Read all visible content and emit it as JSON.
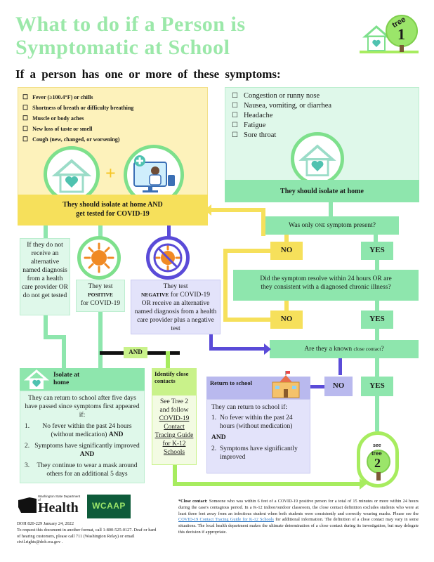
{
  "title": {
    "line1": "What  to  do  if  a Person   is",
    "line2": "Symptomatic       at  School"
  },
  "subhead": "If a person  has one or more of these  symptoms:",
  "badges": {
    "tree_label": "tree",
    "tree1_num": "1",
    "see": "see",
    "tree2_label": "tree",
    "tree2_num": "2"
  },
  "symptoms_left": [
    "Fever (≥100.4°F) or chills",
    "Shortness of breath or difficulty breathing",
    "Muscle or body aches",
    "New loss of taste or smell",
    "Cough (new, changed, or worsening)"
  ],
  "symptoms_right": [
    "Congestion   or runny nose",
    "Nausea,   vomiting,  or  diarrhea",
    "Headache",
    "Fatigue",
    "Sore  throat"
  ],
  "plus_sign": "+",
  "isolate_and_test": {
    "line1": "They     should       isolate        at  home     AND",
    "line2": "get    tested          for     COVID-19"
  },
  "isolate_home": "They     should       isolate         at  home",
  "question_one_symptom": {
    "lead": "Was only ",
    "emph": "ONE",
    "tail": "         symptom present?"
  },
  "no_label": "NO",
  "yes_label": "YES",
  "question_resolve": {
    "line1": "Did the symptom resolve within 24 hours OR  are",
    "line2": "they consistent  with a diagnosed   chronic illness?"
  },
  "question_close_contact": {
    "lead": "Are they a known ",
    "emph": "close contact",
    "tail": "?"
  },
  "no_diagnosis": "If they do not receive an alternative named diagnosis from a health care provider OR do not get tested",
  "positive": {
    "line1": "They test",
    "line2": "POSITIVE",
    "line3": "for COVID-19"
  },
  "negative": {
    "line1": "They test",
    "line2": "NEGATIVE",
    "line3": "for COVID-19",
    "line4": "OR receive an alternative named diagnosis from a health care provider plus a negative test"
  },
  "and_label": "AND",
  "isolate_home_box": {
    "header": "Isolate at home",
    "intro": "They can return to school after five days have passed since symptoms first appeared if:",
    "items": [
      {
        "num": "1.",
        "text": "No fever within the past 24 hours (without medication) ",
        "tail": "AND"
      },
      {
        "num": "2.",
        "text": "Symptoms have significantly improved ",
        "tail": "AND"
      },
      {
        "num": "3.",
        "text": "They continue to wear a mask around others for an additional 5 days",
        "tail": ""
      }
    ]
  },
  "identify_contacts": {
    "header": "Identify close contacts",
    "body_lead": "See Tree 2 and follow ",
    "link": "COVID-19 Contact Tracing Guide for K-12 Schools"
  },
  "return_school": {
    "header": "Return to school",
    "intro": "They can return to school if:",
    "item1": "No fever within the past 24 hours (without medication)",
    "and": "AND",
    "item2": "Symptoms have significantly improved"
  },
  "footer": {
    "org_small": "Washington State Department of",
    "org_big": "Health",
    "partner_logo": "WCAAP",
    "doc_info": "DOH 820-229 January 24, 2022",
    "accessibility": "To request this document in another format, call 1-800-525-0127. Deaf or hard of hearing customers, please call 711 (Washington Relay) or email civil.rights@doh.wa.gov .",
    "note_label": "*Close contact:",
    "note": "Someone who was within 6 feet of a COVID-19 positive person for a total of 15 minutes or more within 24 hours during the case's contagious period. In a K-12 indoor/outdoor classroom, the close contact definition excludes students who were at least three feet away from an infectious student when both students were consistently and correctly wearing masks. Please see the ",
    "note_link": "COVID-19 Contact Tracing Guide for K-12 Schools",
    "note_tail": " for additional information. The definition of a close contact may vary in some situations. The local health department makes the ultimate determination of a close contact during its investigation, but may delegate this decision if appropriate."
  },
  "colors": {
    "title_green": "#9be8a9",
    "yellow": "#f6e05b",
    "light_yellow": "#fdf2bb",
    "green": "#8ee6ad",
    "light_green": "#dff8ea",
    "lime": "#a7ec5f",
    "purple_line": "#5a4bd8",
    "lavender": "#b9b9ee",
    "orange": "#f08a24"
  }
}
